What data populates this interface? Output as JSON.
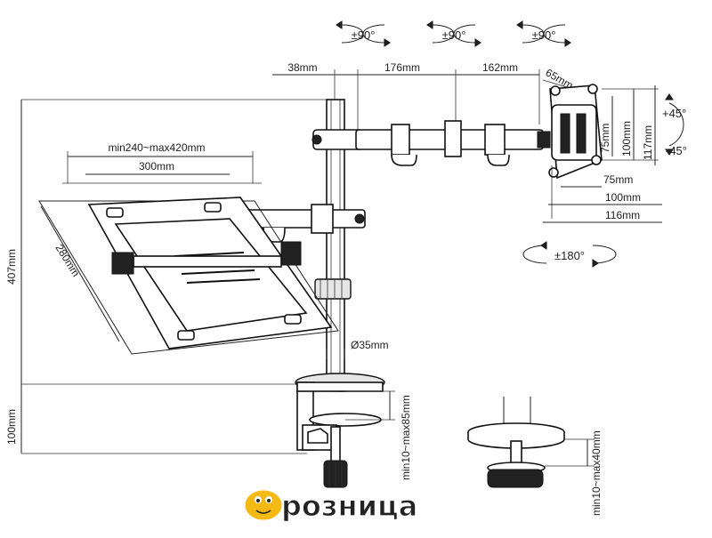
{
  "rotations": {
    "top_left": "±90°",
    "top_middle": "±90°",
    "top_right": "±90°",
    "bottom": "±180°",
    "tilt_up": "+45°",
    "tilt_down": "-45°"
  },
  "dimensions": {
    "pole_offset": "38mm",
    "arm_segment_1": "176mm",
    "arm_segment_2": "162mm",
    "head_offset": "65mm",
    "tray_width_range": "min240~max420mm",
    "tray_width": "300mm",
    "tray_depth": "280mm",
    "pole_height": "407mm",
    "pole_diameter": "Ø35mm",
    "clamp_range": "min10~max85mm",
    "grommet_range": "min10~max40mm",
    "base_height": "100mm",
    "vesa_h_75": "75mm",
    "vesa_h_100": "100mm",
    "vesa_h_117": "117mm",
    "vesa_w_75": "75mm",
    "vesa_w_100": "100mm",
    "vesa_w_116": "116mm"
  },
  "logo": {
    "text": "розница",
    "colors": {
      "letters": "#e0241b",
      "mascot": "#f5b914",
      "outline": "#ffffff"
    }
  }
}
